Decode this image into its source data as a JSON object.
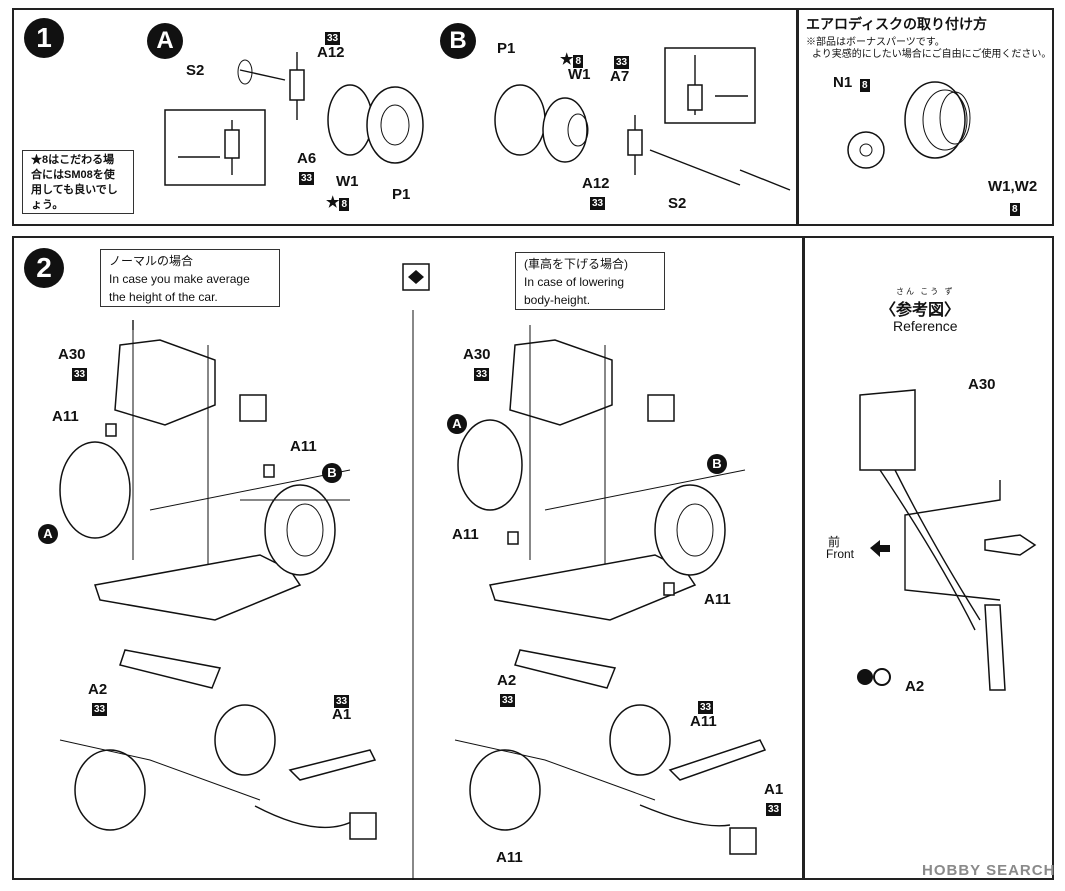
{
  "step1": {
    "number": "1",
    "sub_a": "A",
    "sub_b": "B",
    "note": "★8はこだわる場合にはSM08を使用しても良いでしょう。",
    "labels_a": {
      "s2": "S2",
      "a12": "A12",
      "a6": "A6",
      "w1": "W1",
      "p1": "P1",
      "badge33": "33",
      "badge8": "8"
    },
    "labels_b": {
      "p1": "P1",
      "w1": "W1",
      "a7": "A7",
      "a12": "A12",
      "s2": "S2",
      "badge33": "33",
      "badge8": "8"
    }
  },
  "aero": {
    "title": "エアロディスクの取り付け方",
    "note_line1": "※部品はボーナスパーツです。",
    "note_line2": "より実感的にしたい場合にご自由にご使用ください。",
    "n1": "N1",
    "n1_badge": "8",
    "w": "W1,W2",
    "w_badge": "8"
  },
  "step2": {
    "number": "2",
    "normal_title": "ノーマルの場合",
    "normal_en1": "In case you make average",
    "normal_en2": "the height of the car.",
    "lower_title": "(車高を下げる場合)",
    "lower_en1": "In case of lowering",
    "lower_en2": "body-height.",
    "labels": {
      "a30": "A30",
      "a11": "A11",
      "a2": "A2",
      "a1": "A1",
      "a": "A",
      "b": "B",
      "badge33": "33"
    }
  },
  "reference": {
    "ruby": "さん こう ず",
    "title": "〈参考図〉",
    "title_en": "Reference",
    "a30": "A30",
    "front_jp": "前",
    "front_en": "Front",
    "a2": "A2"
  },
  "watermark": "HOBBY SEARCH"
}
